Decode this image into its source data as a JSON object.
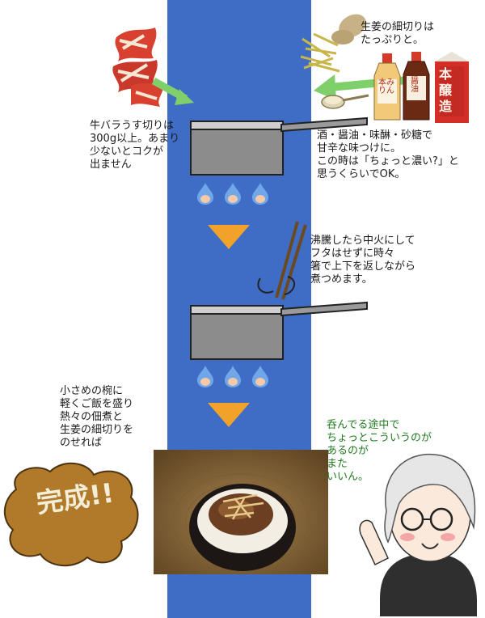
{
  "steps": {
    "beef_note": "牛バラうす切りは\n300g以上。あまり\n少ないとコクが\n出ません",
    "ginger_note": "生姜の細切りは\nたっぷりと。",
    "seasoning_note": "酒・醤油・味醂・砂糖で\n甘辛な味つけに。\nこの時は「ちょっと濃い?」と\n思うくらいでOK。",
    "simmer_note": "沸騰したら中火にして\nフタはせずに時々\n箸で上下を返しながら\n煮つめます。",
    "serve_note": "小さめの椀に\n軽くご飯を盛り\n熱々の佃煮と\n生姜の細切りを\nのせれば",
    "done_label": "完成!!",
    "comment_note": "呑んでる途中で\nちょっとこういうのが\nあるのが\nまた\nいいん。"
  },
  "bottles": {
    "mirin_label": "本みりん",
    "soy_label": "醤油",
    "sake_label": "本醸造"
  },
  "colors": {
    "band": "#3f6dc5",
    "arrow": "#f0a22a",
    "green_arrow": "#7fd06a",
    "done_blob": "#b07a2a",
    "flame": "#6fa7e8"
  }
}
